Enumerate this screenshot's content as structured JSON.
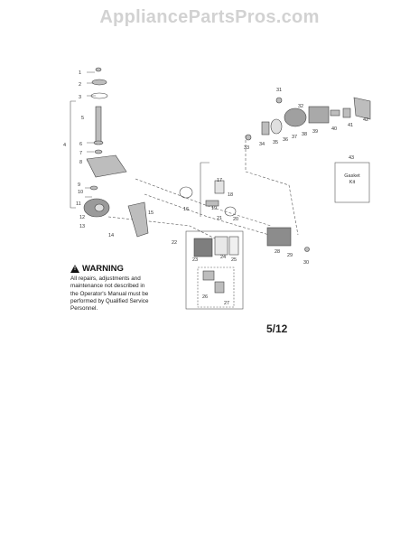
{
  "watermark": "AppliancePartsPros.com",
  "warning": {
    "title": "WARNING",
    "body": "All repairs, adjustments and\nmaintenance not described in\nthe Operator's Manual must be\nperformed by Qualified Service\nPersonnel."
  },
  "page_number": "5/12",
  "gasket_kit": "Gasket\nKit",
  "part_labels": [
    "1",
    "2",
    "3",
    "4",
    "5",
    "6",
    "7",
    "8",
    "9",
    "10",
    "11",
    "12",
    "13",
    "14",
    "15",
    "16",
    "17",
    "18",
    "19",
    "20",
    "21",
    "22",
    "23",
    "24",
    "25",
    "26",
    "27",
    "28",
    "29",
    "30",
    "31",
    "32",
    "33",
    "34",
    "35",
    "36",
    "37",
    "38",
    "39",
    "40",
    "41",
    "42",
    "43"
  ]
}
